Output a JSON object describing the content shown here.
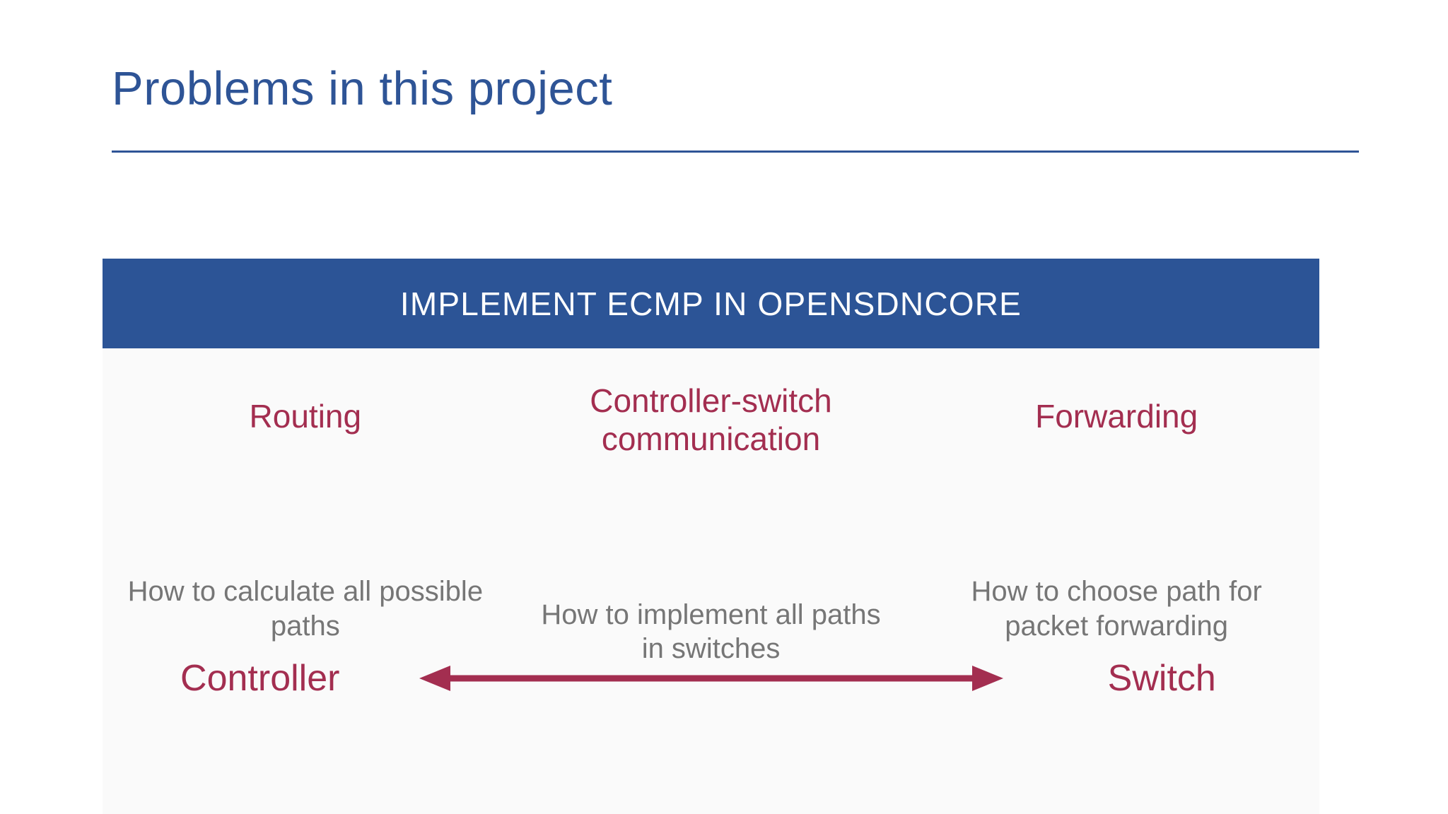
{
  "slide": {
    "title": "Problems in this project",
    "banner_title": "IMPLEMENT ECMP IN OPENSDNCORE",
    "columns": [
      {
        "heading": "Routing",
        "body": "How to calculate all possible paths"
      },
      {
        "heading": "Controller-switch communication",
        "body": "How to implement all paths in switches"
      },
      {
        "heading": "Forwarding",
        "body": "How to choose path for packet forwarding"
      }
    ],
    "flow": {
      "left_label": "Controller",
      "right_label": "Switch",
      "arrow_icon": "double-headed-arrow-icon"
    },
    "colors": {
      "title_blue": "#2E5496",
      "banner_blue": "#2C5496",
      "accent_crimson": "#A32E50",
      "body_gray": "#767676",
      "panel_background": "#FAFAFA",
      "slide_background": "#FFFFFF"
    }
  }
}
